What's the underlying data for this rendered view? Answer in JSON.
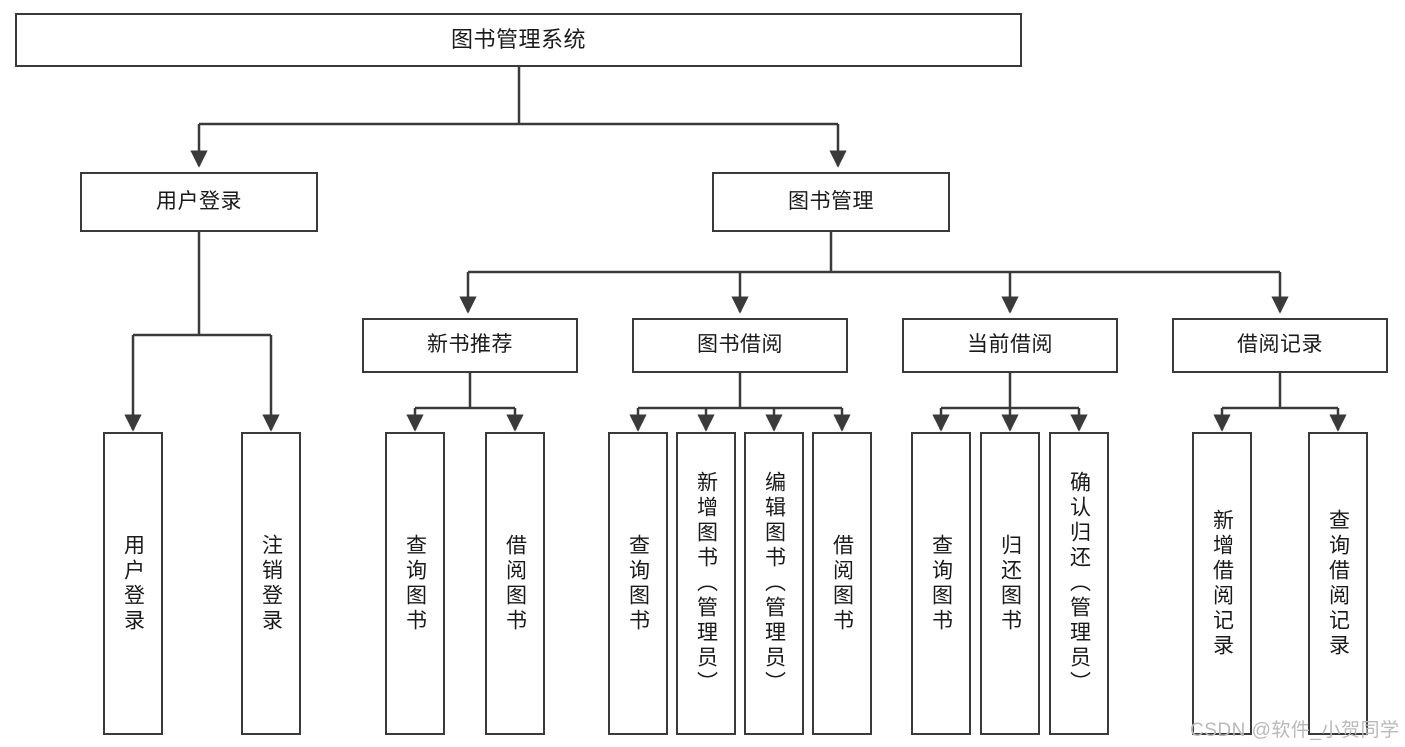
{
  "diagram": {
    "title": "图书管理系统",
    "root": {
      "label": "图书管理系统"
    },
    "level1": [
      {
        "label": "用户登录"
      },
      {
        "label": "图书管理"
      }
    ],
    "level2": [
      {
        "label": "新书推荐"
      },
      {
        "label": "图书借阅"
      },
      {
        "label": "当前借阅"
      },
      {
        "label": "借阅记录"
      }
    ],
    "leaves": {
      "user_login": [
        {
          "label": "用户登录"
        },
        {
          "label": "注销登录"
        }
      ],
      "new_book_recommend": [
        {
          "label": "查询图书"
        },
        {
          "label": "借阅图书"
        }
      ],
      "book_borrow": [
        {
          "label": "查询图书"
        },
        {
          "label": "新增图书（管理员）"
        },
        {
          "label": "编辑图书（管理员）"
        },
        {
          "label": "借阅图书"
        }
      ],
      "current_borrow": [
        {
          "label": "查询图书"
        },
        {
          "label": "归还图书"
        },
        {
          "label": "确认归还（管理员）"
        }
      ],
      "borrow_record": [
        {
          "label": "新增借阅记录"
        },
        {
          "label": "查询借阅记录"
        }
      ]
    }
  },
  "watermark": {
    "text": "CSDN @软件_小贺同学"
  },
  "colors": {
    "stroke": "#3a3a3a",
    "text": "#1a1a1a",
    "background": "#ffffff",
    "watermark": "#b9b9b9"
  }
}
